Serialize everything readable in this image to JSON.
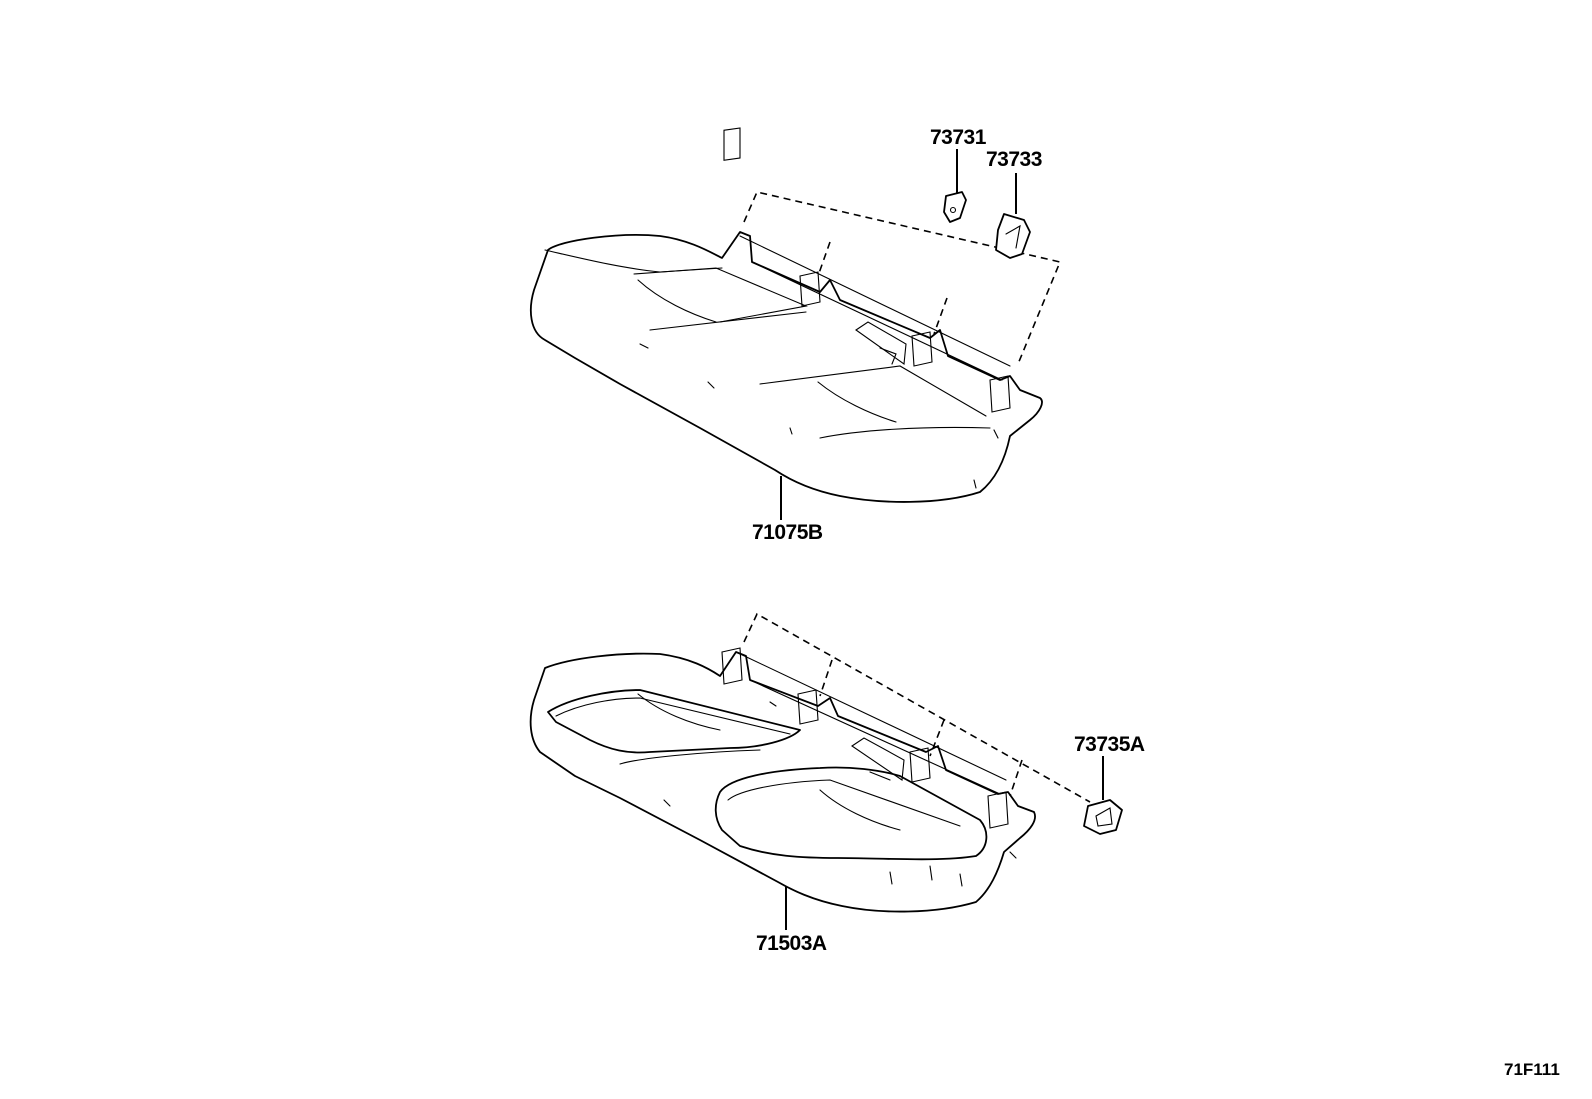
{
  "diagram": {
    "labels": {
      "p73731": "73731",
      "p73733": "73733",
      "p71075B": "71075B",
      "p73735A": "73735A",
      "p71503A": "71503A"
    },
    "reference": "71F111"
  }
}
